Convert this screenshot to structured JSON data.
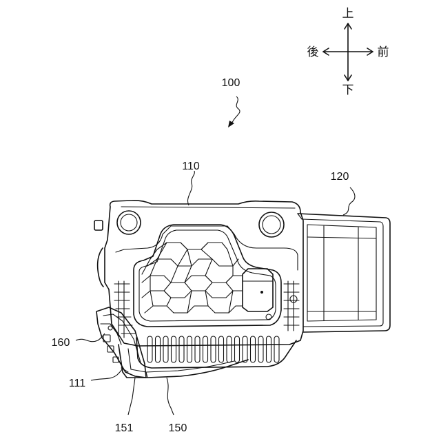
{
  "directions": {
    "up": "上",
    "down": "下",
    "front": "前",
    "rear": "後"
  },
  "references": {
    "assembly": "100",
    "upper_case": "110",
    "upper_case_part": "111",
    "side_box": "120",
    "lower_guard": "150",
    "lower_guard_part": "151",
    "side_bracket": "160"
  }
}
